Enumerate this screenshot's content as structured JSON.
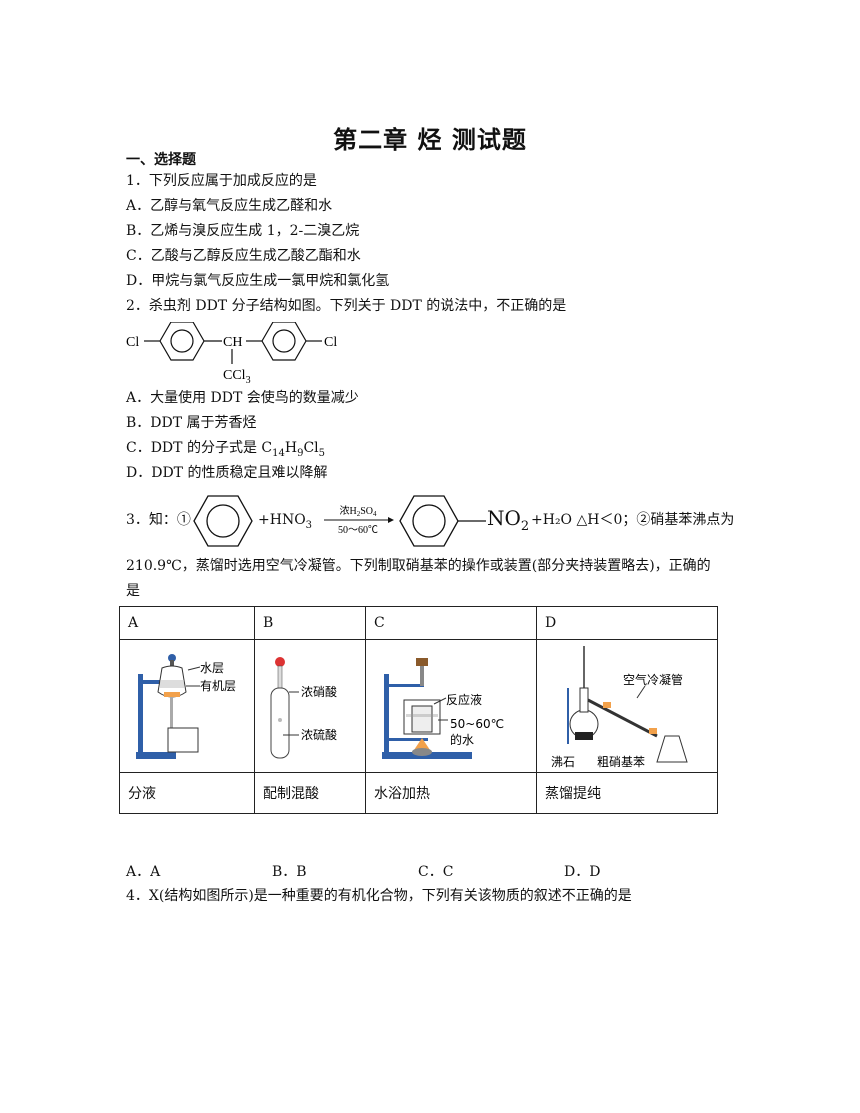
{
  "title": "第二章  烃  测试题",
  "section1": "一、选择题",
  "q1": {
    "stem": "1．下列反应属于加成反应的是",
    "options": [
      "A．乙醇与氧气反应生成乙醛和水",
      "B．乙烯与溴反应生成 1，2-二溴乙烷",
      "C．乙酸与乙醇反应生成乙酸乙酯和水",
      "D．甲烷与氯气反应生成一氯甲烷和氯化氢"
    ]
  },
  "q2": {
    "stem": "2．杀虫剂 DDT 分子结构如图。下列关于 DDT 的说法中，不正确的是",
    "struct": {
      "cl_left": "Cl",
      "ch": "CH",
      "cl_right": "Cl",
      "ccl": "CCl",
      "ccl_sub": "3"
    },
    "options": {
      "a": "A．大量使用 DDT 会使鸟的数量减少",
      "b": "B．DDT 属于芳香烃",
      "c_pre": "C．DDT 的分子式是 C",
      "c_s1": "14",
      "c_h": "H",
      "c_s2": "9",
      "c_cl": "Cl",
      "c_s3": "5",
      "d": "D．DDT 的性质稳定且难以降解"
    }
  },
  "q3": {
    "prefix": "3．知：①",
    "hno3": "+HNO",
    "hno3_sub": "3",
    "cond_top": "浓H",
    "cond_top_s1": "2",
    "cond_top_mid": "SO",
    "cond_top_s2": "4",
    "cond_bottom": "50～60℃",
    "no2": "NO",
    "no2_sub": "2",
    "suffix": "+H₂O △H＜0；②硝基苯沸点为",
    "line2": "210.9℃，蒸馏时选用空气冷凝管。下列制取硝基苯的操作或装置(部分夹持装置略去)，正确的",
    "line3": "是",
    "table": {
      "headers": [
        "A",
        "B",
        "C",
        "D"
      ],
      "labels": {
        "a": [
          "水层",
          "有机层"
        ],
        "b": [
          "浓硝酸",
          "浓硫酸"
        ],
        "c": [
          "反应液",
          "50~60℃",
          "的水"
        ],
        "d": [
          "空气冷凝管",
          "沸石",
          "粗硝基苯"
        ]
      },
      "captions": [
        "分液",
        "配制混酸",
        "水浴加热",
        "蒸馏提纯"
      ]
    },
    "answers": [
      "A．A",
      "B．B",
      "C．C",
      "D．D"
    ]
  },
  "q4": {
    "stem": "4．X(结构如图所示)是一种重要的有机化合物，下列有关该物质的叙述不正确的是"
  }
}
